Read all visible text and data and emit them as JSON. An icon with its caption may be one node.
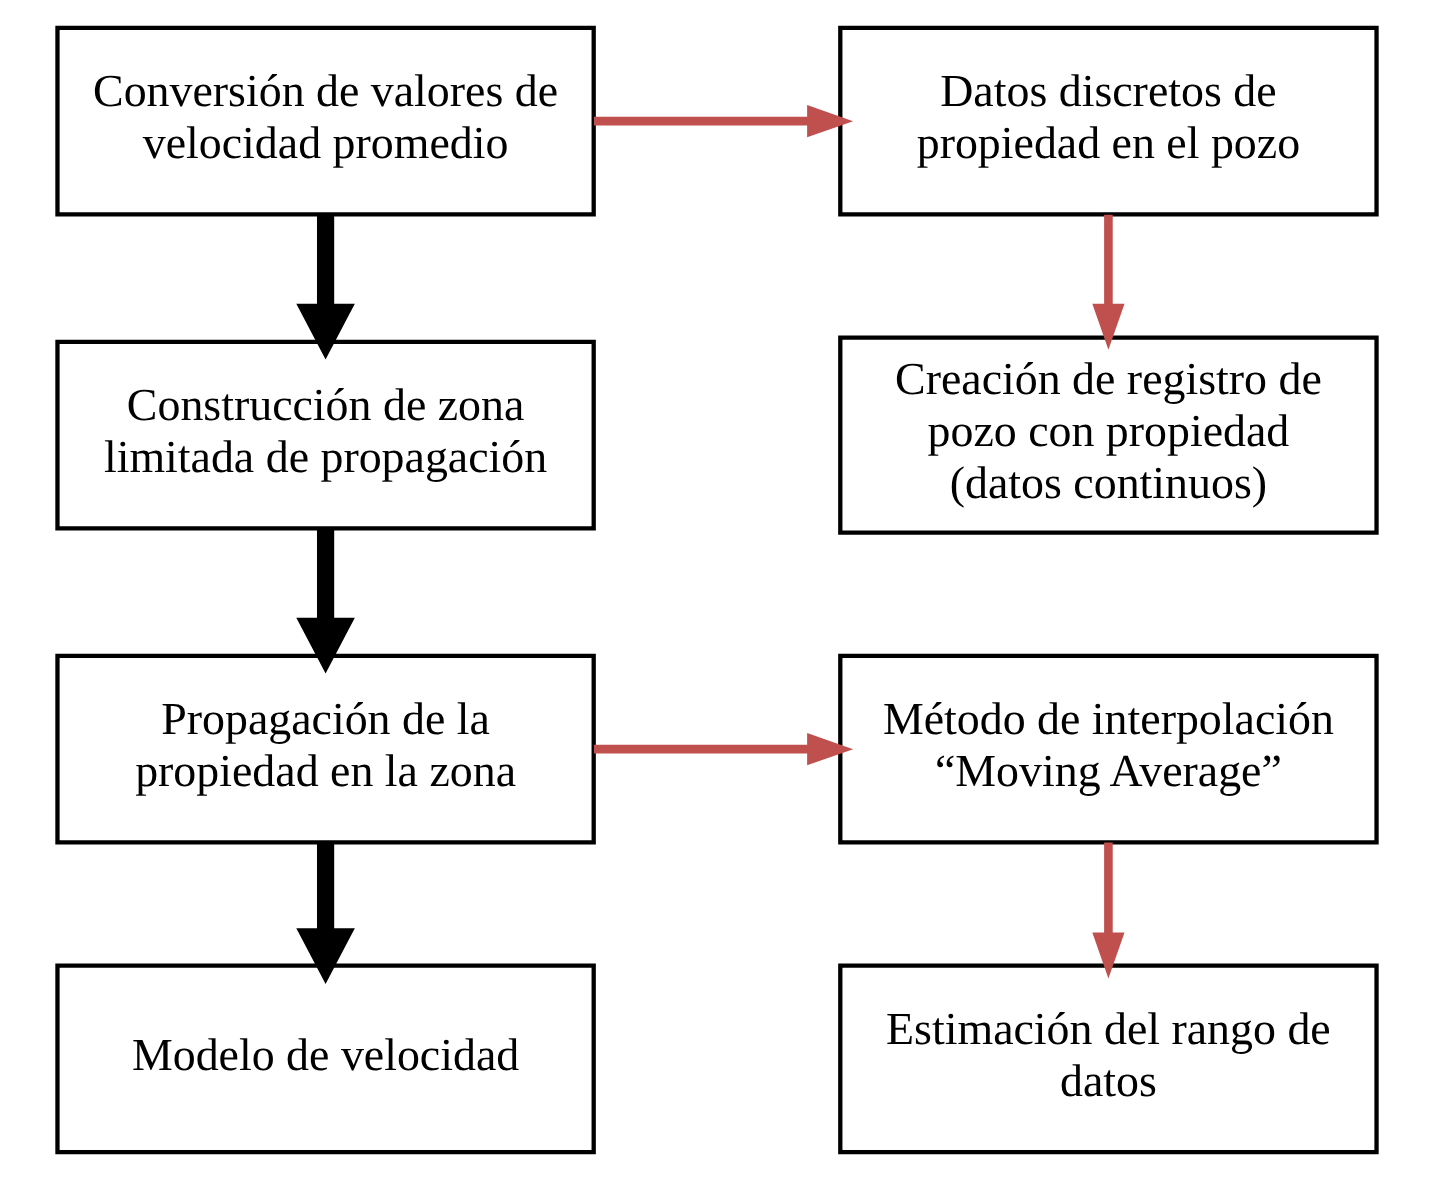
{
  "diagram": {
    "nodes": [
      {
        "text": [
          "Conversión de valores de velocidad promedio"
        ]
      },
      {
        "text": [
          "Datos discretos de propiedad en el pozo"
        ]
      },
      {
        "text": [
          "Creación de registro de pozo con propiedad (datos continuos)"
        ]
      },
      {
        "text": [
          "Construcción de zona limitada de propagación"
        ]
      },
      {
        "text": [
          "Propagación de la propiedad en la zona"
        ]
      },
      {
        "text": [
          "Método de interpolación “Moving Average”"
        ]
      },
      {
        "text": [
          "Estimación del rango de datos"
        ]
      },
      {
        "text": [
          "Modelo de velocidad"
        ]
      }
    ],
    "edges": [
      {
        "from": 0,
        "to": 1,
        "arrow": "to"
      },
      {
        "from": 1,
        "to": 2,
        "arrow": "to"
      },
      {
        "from": 0,
        "to": 3,
        "arrow": "to",
        "style": "thick",
        "color": "#000000"
      },
      {
        "from": 3,
        "to": 4,
        "arrow": "to",
        "style": "thick",
        "color": "#000000"
      },
      {
        "from": 4,
        "to": 5,
        "arrow": "to"
      },
      {
        "from": 5,
        "to": 6,
        "arrow": "to"
      },
      {
        "from": 4,
        "to": 7,
        "arrow": "to",
        "style": "thick",
        "color": "#000000"
      }
    ]
  }
}
